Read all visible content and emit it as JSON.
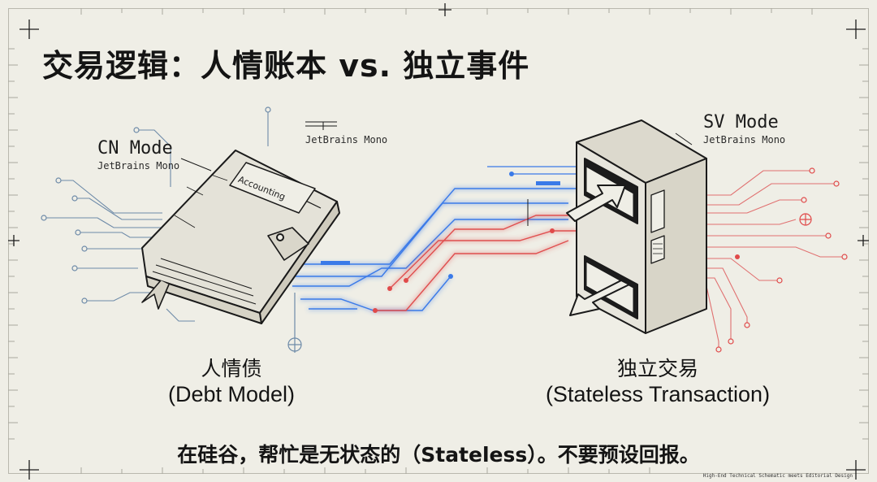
{
  "title": "交易逻辑：人情账本 vs. 独立事件",
  "left": {
    "mode": "CN Mode",
    "font_label": "JetBrains Mono",
    "book_label": "Accounting",
    "caption_zh": "人情债",
    "caption_en": "(Debt Model)"
  },
  "center": {
    "font_label": "JetBrains Mono"
  },
  "right": {
    "mode": "SV Mode",
    "font_label": "JetBrains Mono",
    "caption_zh": "独立交易",
    "caption_en": "(Stateless Transaction)"
  },
  "bottom_text": "在硅谷，帮忙是无状态的（Stateless）。不要预设回报。",
  "footer": "High-End Technical Schematic meets Editorial Design",
  "colors": {
    "background": "#efeee6",
    "ink": "#141414",
    "blue_accent": "#2f6fe0",
    "red_accent": "#e04a4a"
  }
}
